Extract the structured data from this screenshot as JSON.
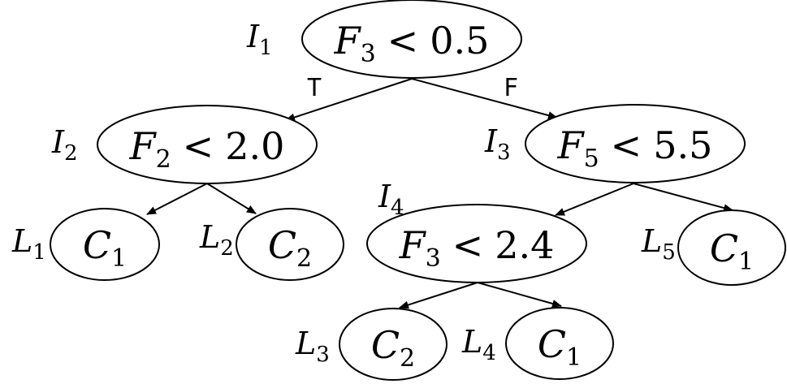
{
  "colors": {
    "stroke": "#000000",
    "background": "#ffffff"
  },
  "branches": {
    "true_label": "T",
    "false_label": "F"
  },
  "internal_nodes": [
    {
      "id": "I1",
      "label": {
        "base": "I",
        "sub": "1"
      },
      "cond": {
        "feature": "F",
        "feature_sub": "3",
        "op": "<",
        "value": "0.5"
      }
    },
    {
      "id": "I2",
      "label": {
        "base": "I",
        "sub": "2"
      },
      "cond": {
        "feature": "F",
        "feature_sub": "2",
        "op": "<",
        "value": "2.0"
      }
    },
    {
      "id": "I3",
      "label": {
        "base": "I",
        "sub": "3"
      },
      "cond": {
        "feature": "F",
        "feature_sub": "5",
        "op": "<",
        "value": "5.5"
      }
    },
    {
      "id": "I4",
      "label": {
        "base": "I",
        "sub": "4"
      },
      "cond": {
        "feature": "F",
        "feature_sub": "3",
        "op": "<",
        "value": "2.4"
      }
    }
  ],
  "leaf_nodes": [
    {
      "id": "L1",
      "label": {
        "base": "L",
        "sub": "1"
      },
      "class": {
        "base": "C",
        "sub": "1"
      }
    },
    {
      "id": "L2",
      "label": {
        "base": "L",
        "sub": "2"
      },
      "class": {
        "base": "C",
        "sub": "2"
      }
    },
    {
      "id": "L3",
      "label": {
        "base": "L",
        "sub": "3"
      },
      "class": {
        "base": "C",
        "sub": "2"
      }
    },
    {
      "id": "L4",
      "label": {
        "base": "L",
        "sub": "4"
      },
      "class": {
        "base": "C",
        "sub": "1"
      }
    },
    {
      "id": "L5",
      "label": {
        "base": "L",
        "sub": "5"
      },
      "class": {
        "base": "C",
        "sub": "1"
      }
    }
  ]
}
